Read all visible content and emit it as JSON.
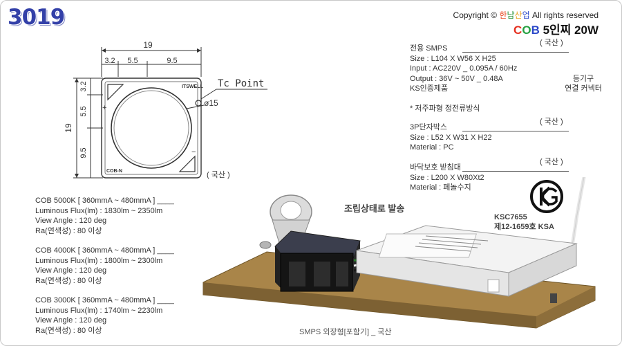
{
  "header": {
    "model_number": "3019",
    "copyright_prefix": "Copyright ©",
    "brand": [
      "한",
      "남",
      "산",
      "업"
    ],
    "brand_colors": [
      "#e8451f",
      "#1f8f2d",
      "#e8a21f",
      "#2a47c8"
    ],
    "copyright_suffix": "All rights reserved",
    "product_cob": [
      "C",
      "O",
      "B"
    ],
    "product_name": "5인찌 20W"
  },
  "drawing": {
    "dim_top": "19",
    "dim_w1": "3.2",
    "dim_w2": "5.5",
    "dim_w3": "9.5",
    "dim_side": "19",
    "dim_h1": "3.2",
    "dim_h2": "5.5",
    "dim_h3": "9.5",
    "chip_brand": "ITSWELL",
    "chip_model": "COB-N",
    "plus": "+",
    "minus": "−",
    "tc_point": "Tc Point",
    "diameter": "ø15",
    "origin": "( 국산 )"
  },
  "cob_specs": [
    {
      "title": "COB 5000K [ 360mmA ~ 480mmA ] ____",
      "flux": "Luminous Flux(lm) : 1830lm ~ 2350lm",
      "angle": "View Angle : 120 deg",
      "ra": "Ra(연색성) : 80 이상"
    },
    {
      "title": "COB 4000K [ 360mmA ~ 480mmA ] ____",
      "flux": "Luminous Flux(lm) : 1800lm ~ 2300lm",
      "angle": "View Angle : 120 deg",
      "ra": "Ra(연색성) : 80 이상"
    },
    {
      "title": "COB 3000K [ 360mmA ~ 480mmA ] ____",
      "flux": "Luminous Flux(lm) : 1740lm ~ 2230lm",
      "angle": "View Angle : 120 deg",
      "ra": "Ra(연색성) : 80 이상"
    }
  ],
  "smps": {
    "title": "전용 SMPS",
    "origin": "( 국산 )",
    "size": "Size : L104 X W56 X H25",
    "input": "Input : AC220V _ 0.095A / 60Hz",
    "output": "Output : 36V ~ 50V _ 0.48A",
    "cert": "KS인증제품",
    "note": "* 저주파형 정전류방식"
  },
  "terminal_box": {
    "title": "3P단자박스",
    "origin": "( 국산 )",
    "size": "Size : L52 X W31 X H22",
    "material": "Material : PC"
  },
  "base_plate": {
    "title": "바닥보호 받침대",
    "origin": "( 국산 )",
    "size": "Size : L200 X W80Xt2",
    "material": "Material : 페놀수지"
  },
  "connector_label": [
    "등기구",
    "연결 커넥터"
  ],
  "assembly_caption": "조립상태로 발송",
  "ks_mark": {
    "standard": "KSC7655",
    "cert_number": "제12-1659호 KSA"
  },
  "bottom_caption": "SMPS 외장형[포함기] _ 국산",
  "colors": {
    "model_number": "#3340a8",
    "text": "#333333",
    "board": "#a8834a",
    "driver": "#f2f2f2"
  }
}
